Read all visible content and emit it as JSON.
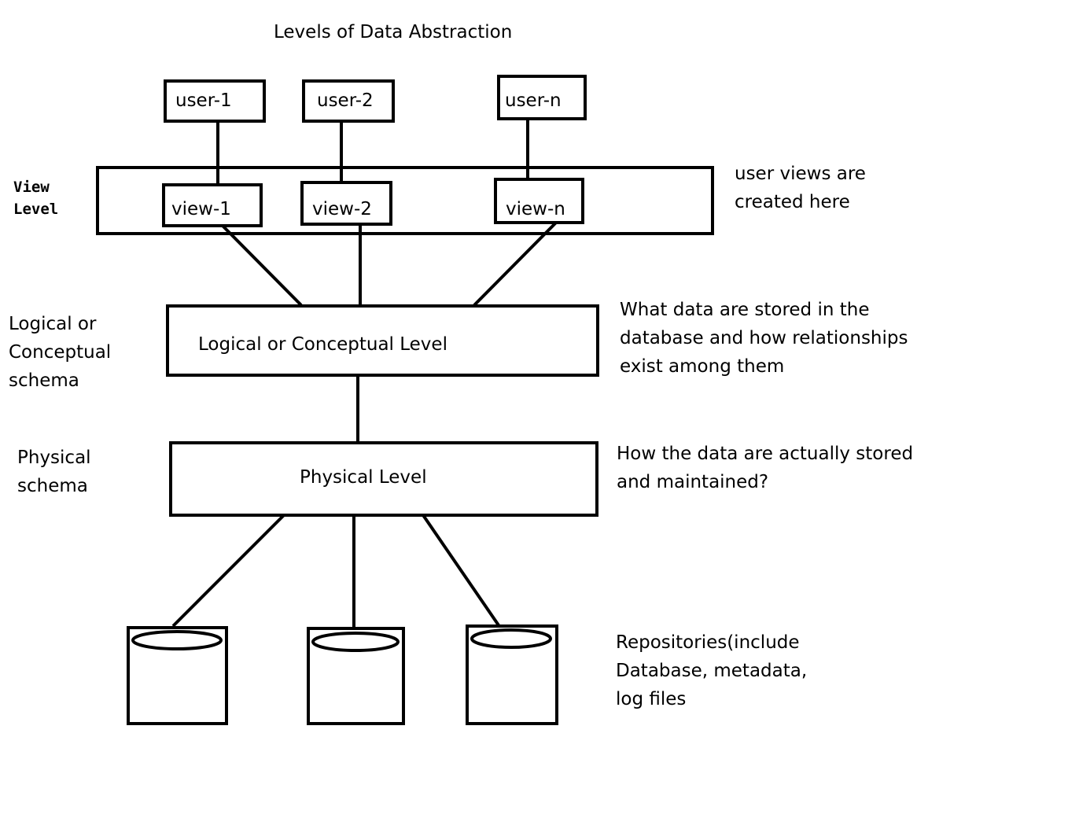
{
  "title": "Levels of Data Abstraction",
  "users": [
    "user-1",
    "user-2",
    "user-n"
  ],
  "views": [
    "view-1",
    "view-2",
    "view-n"
  ],
  "levels": {
    "logical": "Logical or Conceptual Level",
    "physical": "Physical Level"
  },
  "left_labels": {
    "view": [
      "View",
      "Level"
    ],
    "logical": [
      "Logical or",
      "Conceptual",
      "schema"
    ],
    "physical": [
      "Physical",
      "schema"
    ]
  },
  "right_notes": {
    "views": [
      "user views are",
      "created here"
    ],
    "logical": [
      "What data are stored in the",
      "database and how relationships",
      "exist among them"
    ],
    "physical": [
      "How the data are actually stored",
      "and maintained?"
    ],
    "repositories": [
      "Repositories(include",
      "Database, metadata,",
      "log files"
    ]
  },
  "repositories_count": 3
}
